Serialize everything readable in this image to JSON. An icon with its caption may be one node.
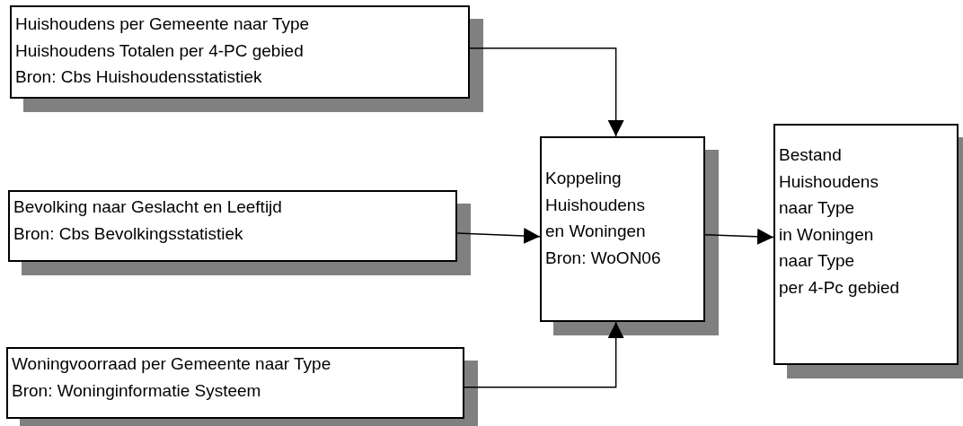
{
  "diagram": {
    "nodes": [
      {
        "text": [
          "Huishoudens per Gemeente naar Type",
          "Huishoudens Totalen per 4-PC gebied",
          "Bron: Cbs Huishoudensstatistiek"
        ]
      },
      {
        "text": [
          "Bevolking naar Geslacht en Leeftijd",
          "Bron: Cbs Bevolkingsstatistiek"
        ]
      },
      {
        "text": [
          "Woningvoorraad per Gemeente naar Type",
          "Bron: Woninginformatie Systeem"
        ]
      },
      {
        "text": [
          "Koppeling",
          "Huishoudens",
          "en Woningen",
          "Bron: WoON06"
        ]
      },
      {
        "text": [
          "Bestand",
          "Huishoudens",
          "naar Type",
          "in Woningen",
          "naar Type",
          "per 4-Pc gebied"
        ]
      }
    ],
    "edges": [
      {
        "from": 0,
        "to": 3,
        "arrow": "to"
      },
      {
        "from": 1,
        "to": 3,
        "arrow": "to"
      },
      {
        "from": 2,
        "to": 3,
        "arrow": "to"
      },
      {
        "from": 3,
        "to": 4,
        "arrow": "to"
      }
    ]
  }
}
